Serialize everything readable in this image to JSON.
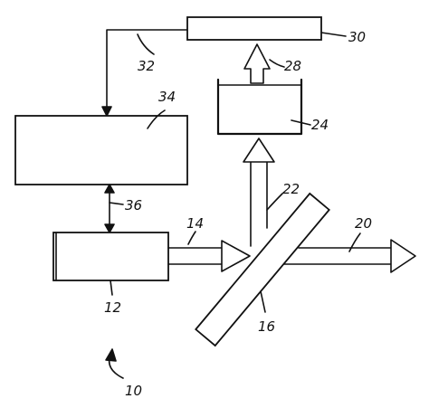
{
  "labels": {
    "system": "10",
    "source": "12",
    "beam_in": "14",
    "splitter": "16",
    "beam_out": "20",
    "beam_split": "22",
    "detector": "24",
    "detector_output": "28",
    "display": "30",
    "feedback_line": "32",
    "controller": "34",
    "control_link": "36"
  },
  "colors": {
    "ink": "#111111",
    "background": "#ffffff"
  }
}
